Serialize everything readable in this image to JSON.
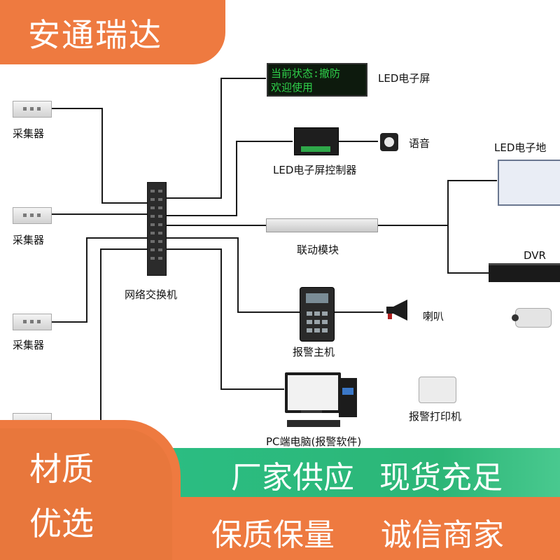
{
  "brand": {
    "name": "安通瑞达"
  },
  "badge": {
    "line1": "材质",
    "line2": "优选"
  },
  "banners": {
    "green": {
      "left": "厂家供应",
      "right": "现货充足"
    },
    "orange": {
      "left": "保质保量",
      "right": "诚信商家"
    }
  },
  "diagram": {
    "led_screen_text": {
      "line1": "当前状态:撤防",
      "line2": "欢迎使用"
    },
    "labels": {
      "led_screen": "LED电子屏",
      "speaker": "语音",
      "led_controller": "LED电子屏控制器",
      "led_map": "LED电子地",
      "link_module": "联动模块",
      "dvr": "DVR",
      "network_switch": "网络交换机",
      "horn": "喇叭",
      "alarm_host": "报警主机",
      "alarm_printer": "报警打印机",
      "pc": "PC端电脑(报警软件)",
      "collector_1": "采集器",
      "collector_2": "采集器",
      "collector_3": "采集器"
    }
  },
  "colors": {
    "orange": "#ee7a40",
    "green": "#2bbd82",
    "led_green": "#2fd04a"
  }
}
